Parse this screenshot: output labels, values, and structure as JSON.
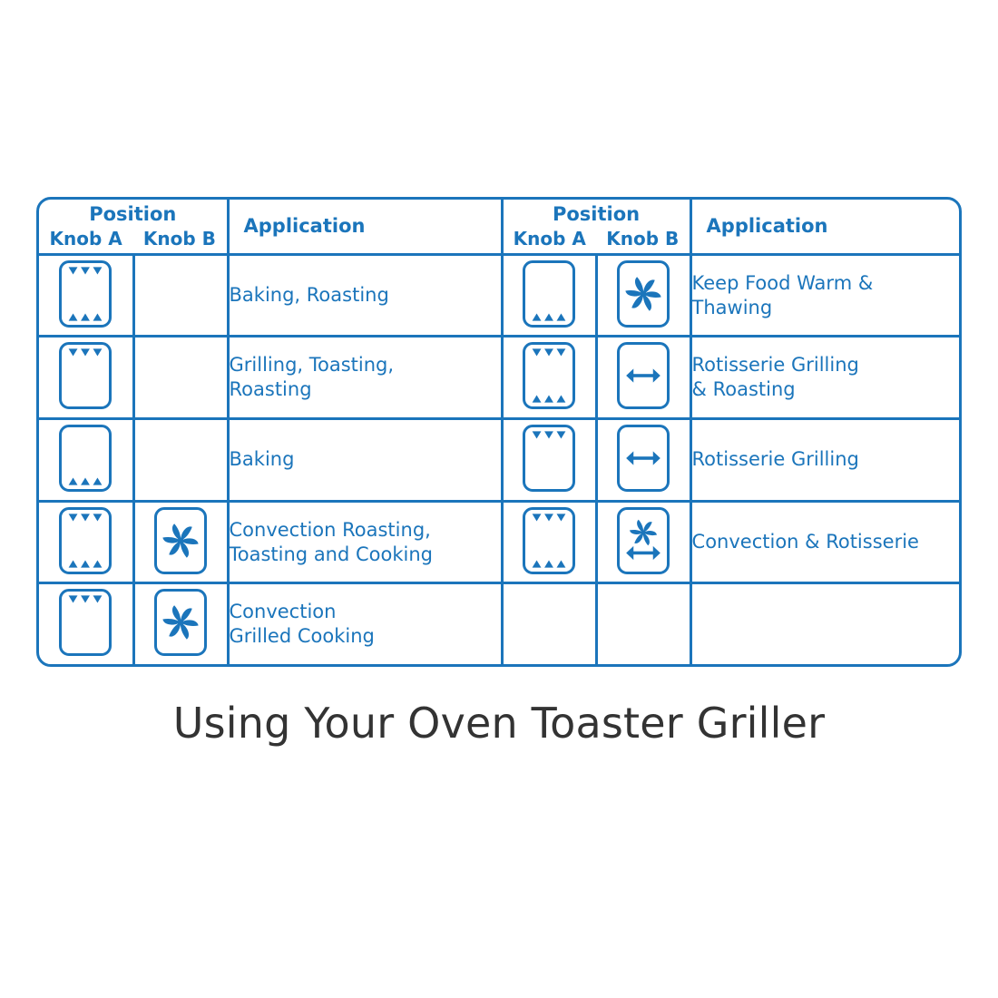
{
  "title": "Using Your Oven Toaster Griller",
  "colors": {
    "accent_blue": "#1B75BB",
    "title_gray": "#333333",
    "background": "#FFFFFF"
  },
  "table": {
    "headers": {
      "position": "Position",
      "knob_a": "Knob A",
      "knob_b": "Knob B",
      "application": "Application"
    },
    "left": {
      "header_position": "Position",
      "header_knob_a": "Knob A",
      "header_knob_b": "Knob B",
      "header_application": "Application",
      "rows": [
        {
          "knob_a_icon": "heat-top-and-bottom-icon",
          "knob_b_icon": "",
          "application": "Baking,  Roasting",
          "application_lines": [
            "Baking,  Roasting"
          ]
        },
        {
          "knob_a_icon": "heat-top-icon",
          "knob_b_icon": "",
          "application": "Grilling, Toasting, Roasting",
          "application_lines": [
            "Grilling, Toasting,",
            "Roasting"
          ]
        },
        {
          "knob_a_icon": "heat-bottom-icon",
          "knob_b_icon": "",
          "application": "Baking",
          "application_lines": [
            "Baking"
          ]
        },
        {
          "knob_a_icon": "heat-top-and-bottom-icon",
          "knob_b_icon": "fan-icon",
          "application": "Convection Roasting, Toasting and Cooking",
          "application_lines": [
            "Convection Roasting,",
            "Toasting and Cooking"
          ]
        },
        {
          "knob_a_icon": "heat-top-icon",
          "knob_b_icon": "fan-icon",
          "application": "Convection Grilled Cooking",
          "application_lines": [
            "Convection",
            "Grilled Cooking"
          ]
        }
      ]
    },
    "right": {
      "header_position": "Position",
      "header_knob_a": "Knob A",
      "header_knob_b": "Knob B",
      "header_application": "Application",
      "rows": [
        {
          "knob_a_icon": "heat-bottom-icon",
          "knob_b_icon": "fan-icon",
          "application": "Keep Food Warm & Thawing",
          "application_lines": [
            "Keep Food Warm &",
            "Thawing"
          ]
        },
        {
          "knob_a_icon": "heat-top-and-bottom-icon",
          "knob_b_icon": "rotisserie-arrow-icon",
          "application": "Rotisserie Grilling & Roasting",
          "application_lines": [
            "Rotisserie Grilling",
            "& Roasting"
          ]
        },
        {
          "knob_a_icon": "heat-top-icon",
          "knob_b_icon": "rotisserie-arrow-icon",
          "application": "Rotisserie  Grilling",
          "application_lines": [
            "Rotisserie  Grilling"
          ]
        },
        {
          "knob_a_icon": "heat-top-and-bottom-icon",
          "knob_b_icon": "fan-and-rotisserie-icon",
          "application": "Convection & Rotisserie",
          "application_lines": [
            "Convection & Rotisserie"
          ]
        },
        {
          "knob_a_icon": "",
          "knob_b_icon": "",
          "application": "",
          "application_lines": []
        }
      ]
    }
  }
}
